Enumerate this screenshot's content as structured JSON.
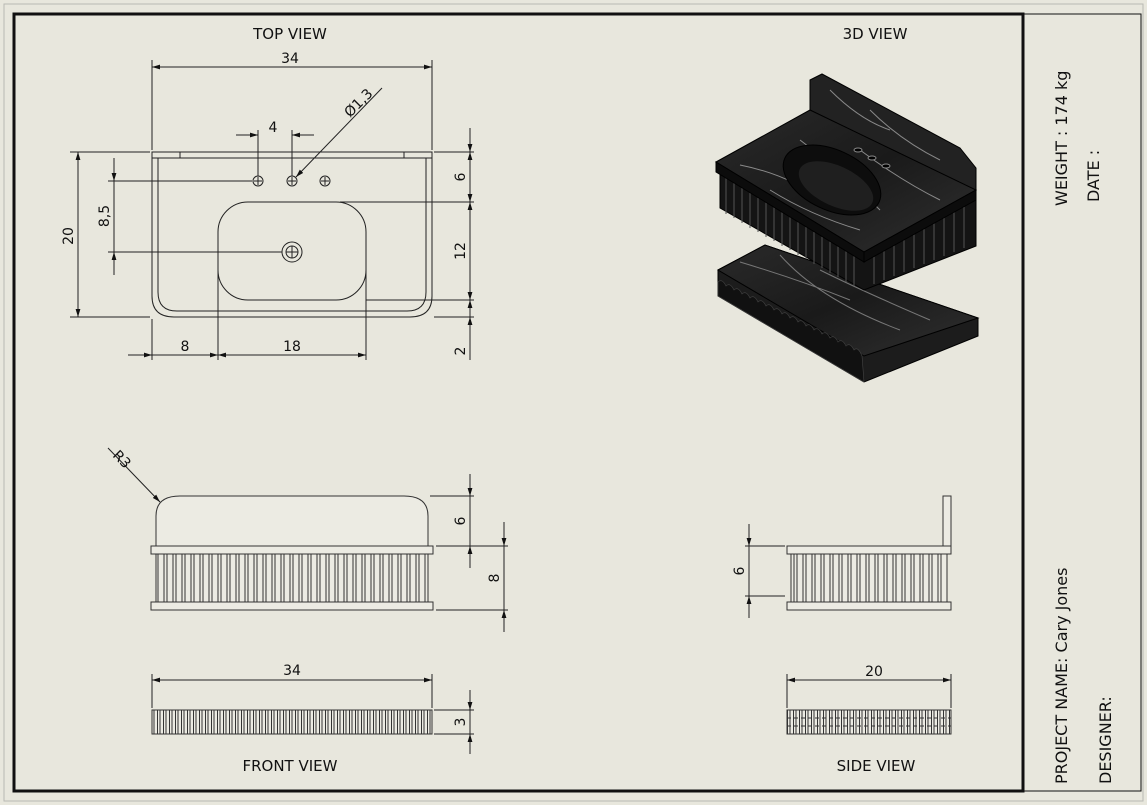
{
  "views": {
    "top": "TOP VIEW",
    "three_d": "3D VIEW",
    "front": "FRONT VIEW",
    "side": "SIDE VIEW"
  },
  "dims": {
    "top_width": "34",
    "hole_spacing": "4",
    "hole_dia": "Ø1,3",
    "depth": "20",
    "drain_offset": "8,5",
    "back_to_sink": "6",
    "sink_depth": "12",
    "front_gap": "2",
    "left_offset": "8",
    "sink_width": "18",
    "radius": "R3",
    "splash_height": "6",
    "cabinet_height": "8",
    "front_width": "34",
    "base_height": "3",
    "side_height": "6",
    "side_width": "20"
  },
  "title_block": {
    "weight": "WEIGHT : 174 kg",
    "date": "DATE :",
    "project": "PROJECT NAME: Cary Jones",
    "designer": "DESIGNER:"
  }
}
